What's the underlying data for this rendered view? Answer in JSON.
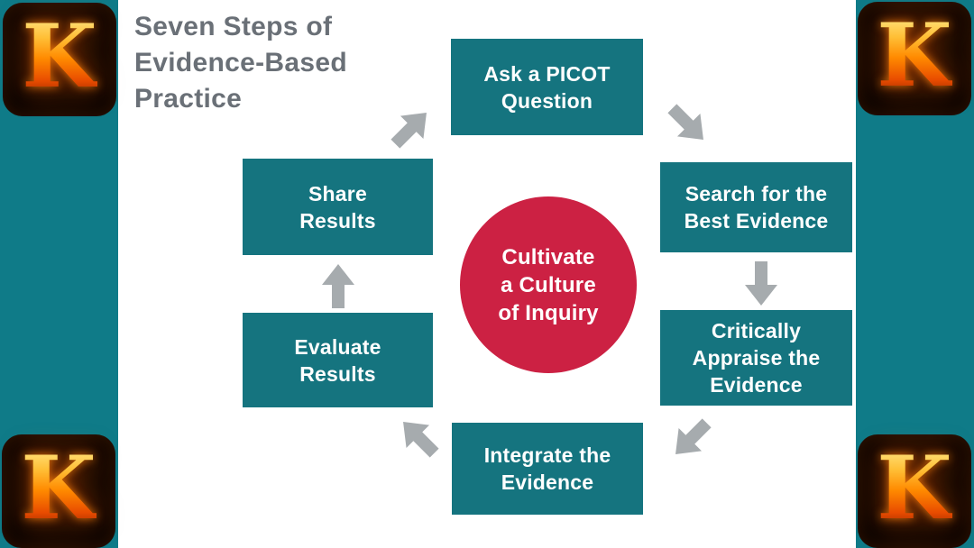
{
  "page": {
    "background": "#ffffff",
    "sidebar_color": "#0f7b88",
    "title": "Seven Steps of\nEvidence-Based\nPractice",
    "title_color": "#6a7077"
  },
  "logo": {
    "letter": "K"
  },
  "diagram": {
    "box_color": "#15747f",
    "box_text_color": "#ffffff",
    "arrow_color": "#a6abae",
    "center": {
      "label": "Cultivate\na Culture\nof Inquiry",
      "color": "#cc2143"
    },
    "steps": [
      {
        "id": "ask-picot-question",
        "label": "Ask a PICOT\nQuestion"
      },
      {
        "id": "search-best-evidence",
        "label": "Search for the\nBest Evidence"
      },
      {
        "id": "critically-appraise-evidence",
        "label": "Critically\nAppraise the\nEvidence"
      },
      {
        "id": "integrate-evidence",
        "label": "Integrate the\nEvidence"
      },
      {
        "id": "evaluate-results",
        "label": "Evaluate\nResults"
      },
      {
        "id": "share-results",
        "label": "Share\nResults"
      }
    ]
  }
}
